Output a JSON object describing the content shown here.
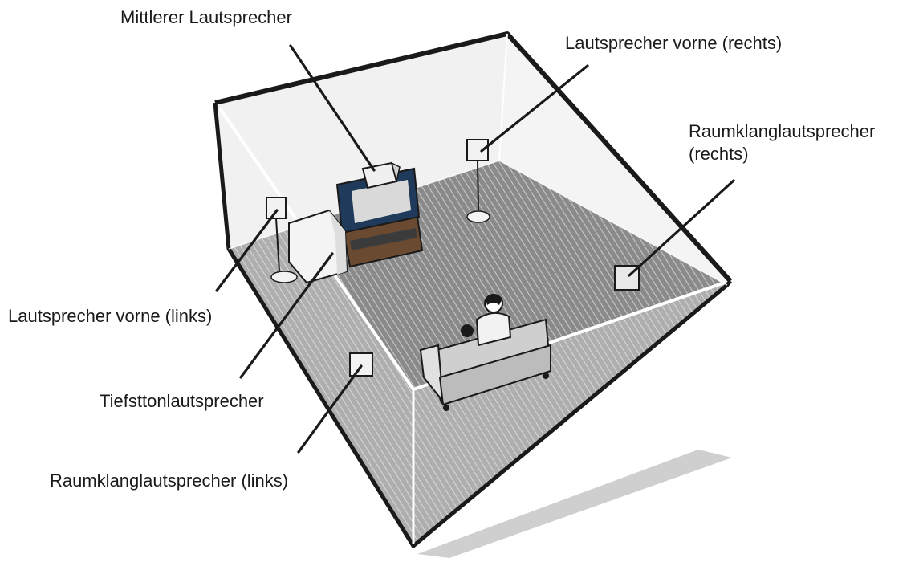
{
  "labels": {
    "center_speaker": "Mittlerer Lautsprecher",
    "front_right": "Lautsprecher vorne (rechts)",
    "surround_right_line1": "Raumklanglautsprecher",
    "surround_right_line2": "(rechts)",
    "front_left": "Lautsprecher vorne (links)",
    "subwoofer": "Tiefsttonlautsprecher",
    "surround_left": "Raumklanglautsprecher (links)"
  }
}
